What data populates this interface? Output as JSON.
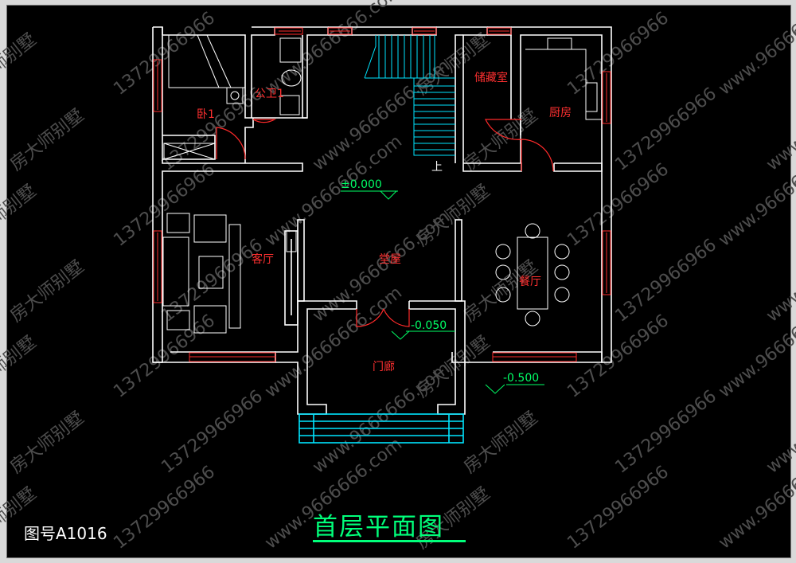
{
  "drawing_title": "首层平面图",
  "drawing_number": "图号A1016",
  "rooms": {
    "bedroom1": "卧1",
    "bathroom1": "公卫1",
    "storage": "储藏室",
    "kitchen": "厨房",
    "living": "客厅",
    "hall": "堂屋",
    "dining": "餐厅",
    "porch": "门廊"
  },
  "stair_label": "上",
  "elevations": {
    "main": "±0.000",
    "porch": "-0.050",
    "outside": "-0.500"
  },
  "watermark": {
    "brand": "房大师别墅",
    "phone": "13729966966",
    "site": "www.9666666.com"
  },
  "colors": {
    "background": "#000000",
    "walls": "#ffffff",
    "windows": "#ff2a2a",
    "stairs": "#00e5ff",
    "labels": "#ff3030",
    "elevation": "#00ff66",
    "title": "#00ff7a",
    "watermark": "#5a5a5a"
  }
}
